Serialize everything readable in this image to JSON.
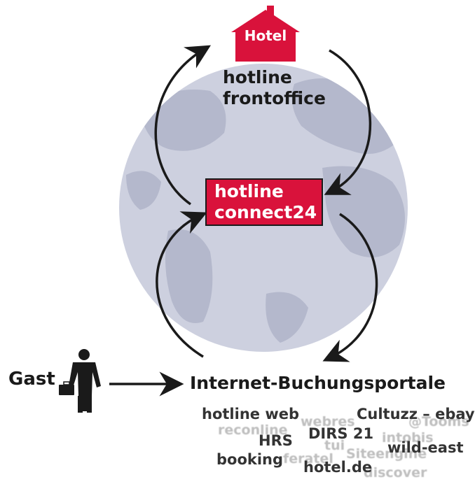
{
  "hotel": {
    "label": "Hotel"
  },
  "frontoffice": {
    "line1": "hotline",
    "line2": "frontoffice"
  },
  "connect": {
    "line1": "hotline",
    "line2": "connect24"
  },
  "guest": {
    "label": "Gast"
  },
  "portals": {
    "heading": "Internet-Buchungsportale",
    "main": [
      "hotline web",
      "Cultuzz – ebay",
      "HRS",
      "DIRS 21",
      "wild-east",
      "booking",
      "hotel.de"
    ],
    "faded": [
      "webres",
      "reconline",
      "@Tooms",
      "intobis",
      "tui",
      "Siteengine",
      "feratel",
      "discover"
    ]
  },
  "colors": {
    "accent": "#d9123b",
    "globe": "#cdd0df",
    "land": "#b6bacd",
    "dark": "#1a1a1a"
  },
  "icons": [
    "hotel-house-icon",
    "globe-icon",
    "businessman-icon"
  ]
}
